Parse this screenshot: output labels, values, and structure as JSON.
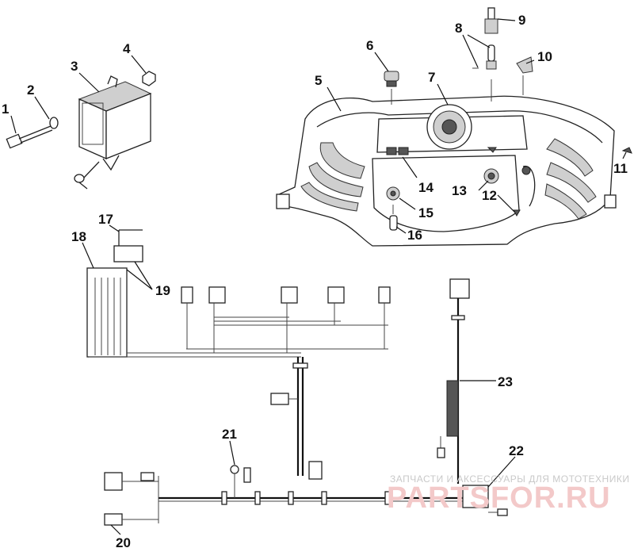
{
  "callouts": [
    {
      "id": "1",
      "label": "1"
    },
    {
      "id": "2",
      "label": "2"
    },
    {
      "id": "3",
      "label": "3"
    },
    {
      "id": "4",
      "label": "4"
    },
    {
      "id": "5",
      "label": "5"
    },
    {
      "id": "6",
      "label": "6"
    },
    {
      "id": "7",
      "label": "7"
    },
    {
      "id": "8",
      "label": "8"
    },
    {
      "id": "9",
      "label": "9"
    },
    {
      "id": "10",
      "label": "10"
    },
    {
      "id": "11",
      "label": "11"
    },
    {
      "id": "12",
      "label": "12"
    },
    {
      "id": "13",
      "label": "13"
    },
    {
      "id": "14",
      "label": "14"
    },
    {
      "id": "15",
      "label": "15"
    },
    {
      "id": "16",
      "label": "16"
    },
    {
      "id": "17",
      "label": "17"
    },
    {
      "id": "18",
      "label": "18"
    },
    {
      "id": "19",
      "label": "19"
    },
    {
      "id": "20",
      "label": "20"
    },
    {
      "id": "21",
      "label": "21"
    },
    {
      "id": "22",
      "label": "22"
    },
    {
      "id": "23",
      "label": "23"
    }
  ],
  "watermark": {
    "tagline": "ЗАПЧАСТИ И АКСЕССУАРЫ ДЛЯ МОТОТЕХНИКИ",
    "brand": "PARTSFOR.RU"
  },
  "colors": {
    "line": "#222222",
    "watermark_text": "#c9c9c9",
    "watermark_brand": "#f3c9c9"
  }
}
